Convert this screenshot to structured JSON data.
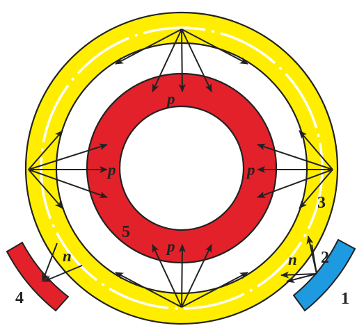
{
  "labels": {
    "pressure": "p",
    "normal": "n",
    "part_1": "1",
    "part_2": "2",
    "part_3": "3",
    "part_4": "4",
    "part_5": "5"
  },
  "colors": {
    "outer_ring": "#FFEE00",
    "inner_ring": "#E3212A",
    "left_segment": "#E3212A",
    "right_segment": "#1E9BE0",
    "stroke": "#222222",
    "background": "#FFFFFF"
  }
}
